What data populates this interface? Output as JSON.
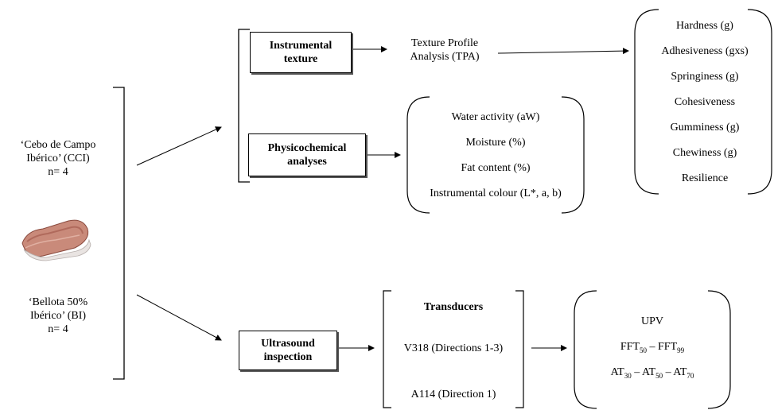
{
  "samples": {
    "cci": {
      "line1": "‘Cebo de Campo",
      "line2": "Ibérico’ (CCI)",
      "n": "n= 4"
    },
    "bi": {
      "line1": "‘Bellota 50%",
      "line2": "Ibérico’ (BI)",
      "n": "n= 4"
    }
  },
  "boxes": {
    "instrumental": {
      "line1": "Instrumental",
      "line2": "texture"
    },
    "physicochemical": {
      "line1": "Physicochemical",
      "line2": "analyses"
    },
    "ultrasound": {
      "line1": "Ultrasound",
      "line2": "inspection"
    }
  },
  "tpa": {
    "line1": "Texture Profile",
    "line2": "Analysis (TPA)"
  },
  "tpa_params": [
    "Hardness (g)",
    "Adhesiveness (gxs)",
    "Springiness (g)",
    "Cohesiveness",
    "Gumminess (g)",
    "Chewiness (g)",
    "Resilience"
  ],
  "physchem_params": [
    "Water activity (aW)",
    "Moisture (%)",
    "Fat content (%)",
    "Instrumental colour (L*, a, b)"
  ],
  "transducers": {
    "title": "Transducers",
    "v318": "V318 (Directions 1-3)",
    "a114": "A114 (Direction 1)"
  },
  "ultrasound_params": {
    "upv": "UPV",
    "fft": {
      "a": "FFT",
      "a_sub": "50",
      "dash": " – ",
      "b": "FFT",
      "b_sub": "99"
    },
    "at": {
      "a": "AT",
      "a_sub": "30",
      "d1": " – ",
      "b": "AT",
      "b_sub": "50",
      "d2": " – ",
      "c": "AT",
      "c_sub": "70"
    }
  },
  "colors": {
    "line": "#000000",
    "meat": "#c98a7a",
    "meat_dark": "#8a4a3e"
  }
}
